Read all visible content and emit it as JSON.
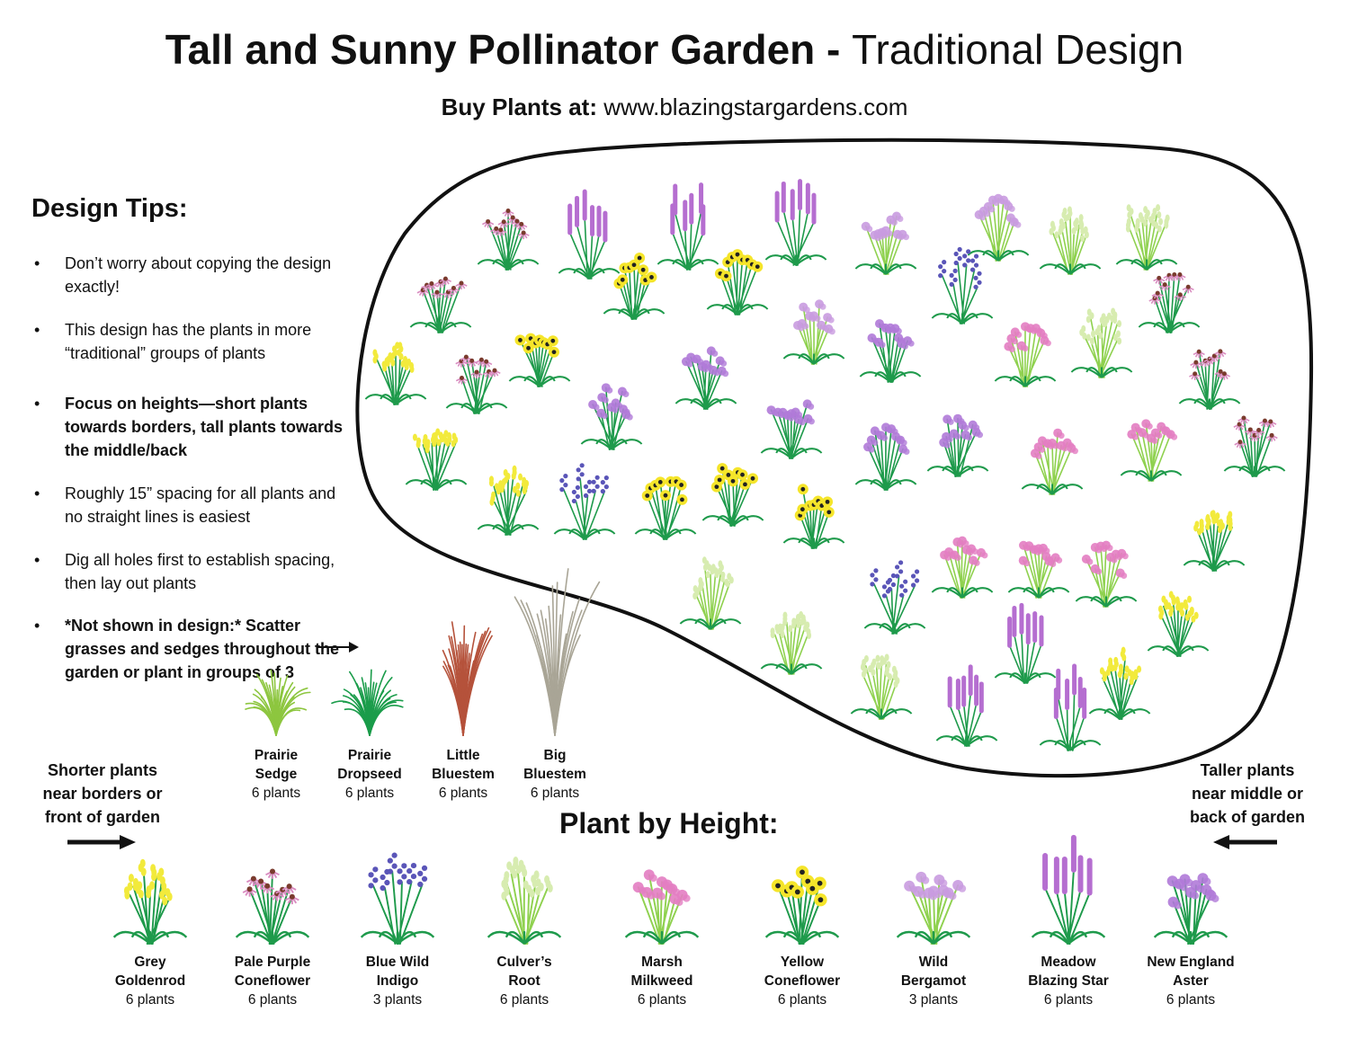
{
  "title": {
    "bold": "Tall and Sunny Pollinator Garden - ",
    "regular": "Traditional Design"
  },
  "subtitle": {
    "bold": "Buy Plants at: ",
    "regular": "www.blazingstargardens.com"
  },
  "design_tips": {
    "heading": "Design Tips:",
    "items": [
      {
        "text": "Don’t worry about copying the design exactly!",
        "bold": false
      },
      {
        "text": "This design has the plants in more “traditional” groups of plants",
        "bold": false
      },
      {
        "text": "Focus on heights—short plants towards borders, tall plants towards the middle/back",
        "bold": true
      },
      {
        "text": "Roughly 15” spacing for all plants and no straight lines is easiest",
        "bold": false
      },
      {
        "text": "Dig all holes first to establish spacing, then lay out plants",
        "bold": false
      },
      {
        "text": "*Not shown in design:* Scatter grasses and sedges throughout the garden or plant in groups of 3",
        "bold": true
      }
    ]
  },
  "grasses": [
    {
      "name1": "Prairie",
      "name2": "Sedge",
      "count": "6 plants",
      "kind": "sedge",
      "color": "#8dc63f"
    },
    {
      "name1": "Prairie",
      "name2": "Dropseed",
      "count": "6 plants",
      "kind": "dropseed",
      "color": "#1a9c4a"
    },
    {
      "name1": "Little",
      "name2": "Bluestem",
      "count": "6 plants",
      "kind": "little",
      "color": "#b5523b"
    },
    {
      "name1": "Big",
      "name2": "Bluestem",
      "count": "6 plants",
      "kind": "big",
      "color": "#a9a596"
    }
  ],
  "height_heading": "Plant by Height:",
  "shorter_note": {
    "line1": "Shorter plants",
    "line2": "near borders or",
    "line3": "front of garden"
  },
  "taller_note": {
    "line1": "Taller plants",
    "line2": "near middle or",
    "line3": "back of garden"
  },
  "plants": [
    {
      "name1": "Grey",
      "name2": "Goldenrod",
      "count": "6 plants",
      "kind": "goldenrod",
      "flower": "#f2ea3c"
    },
    {
      "name1": "Pale Purple",
      "name2": "Coneflower",
      "count": "6 plants",
      "kind": "coneflower",
      "flower": "#d98cc0"
    },
    {
      "name1": "Blue Wild",
      "name2": "Indigo",
      "count": "3 plants",
      "kind": "indigo",
      "flower": "#5a55b8"
    },
    {
      "name1": "Culver’s",
      "name2": "Root",
      "count": "6 plants",
      "kind": "culver",
      "flower": "#d7ecb0"
    },
    {
      "name1": "Marsh",
      "name2": "Milkweed",
      "count": "6 plants",
      "kind": "milkweed",
      "flower": "#e37dc2"
    },
    {
      "name1": "Yellow",
      "name2": "Coneflower",
      "count": "6 plants",
      "kind": "yellowcone",
      "flower": "#f5e52a"
    },
    {
      "name1": "Wild",
      "name2": "Bergamot",
      "count": "3 plants",
      "kind": "bergamot",
      "flower": "#c99be0"
    },
    {
      "name1": "Meadow",
      "name2": "Blazing Star",
      "count": "6 plants",
      "kind": "blazing",
      "flower": "#b56ed0"
    },
    {
      "name1": "New England",
      "name2": "Aster",
      "count": "6 plants",
      "kind": "aster",
      "flower": "#b07ad8"
    }
  ],
  "colors": {
    "leaf_green": "#1e9a4b",
    "light_green": "#8fd14f",
    "outline": "#111111"
  }
}
